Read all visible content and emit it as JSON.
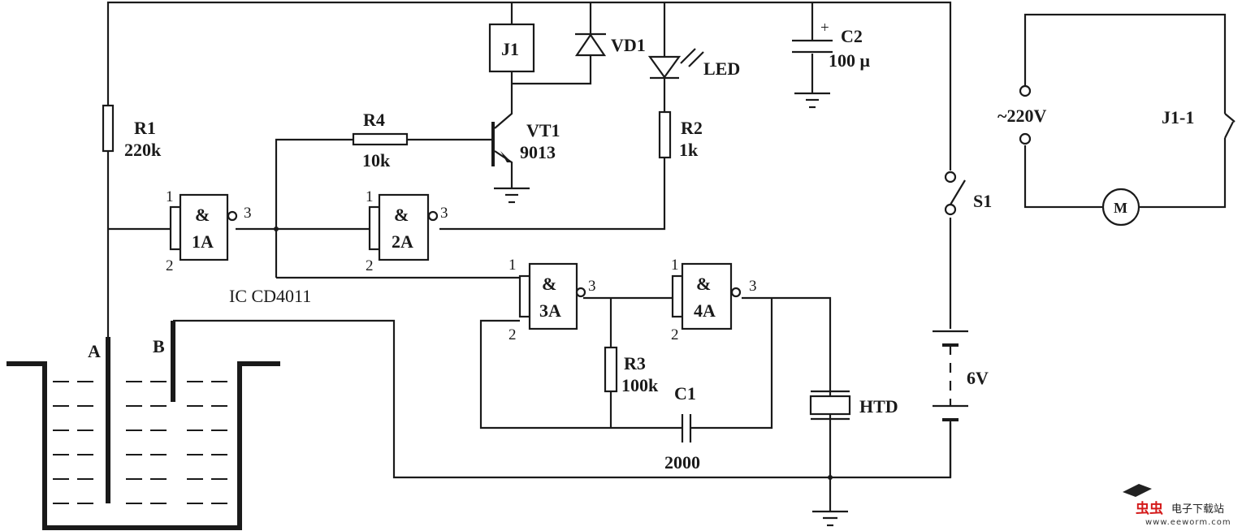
{
  "components": {
    "r1": {
      "name": "R1",
      "value": "220k"
    },
    "r2": {
      "name": "R2",
      "value": "1k"
    },
    "r3": {
      "name": "R3",
      "value": "100k"
    },
    "r4": {
      "name": "R4",
      "value": "10k"
    },
    "c1": {
      "name": "C1",
      "value": "2000"
    },
    "c2": {
      "name": "C2",
      "value": "100 μ",
      "polarity": "+"
    },
    "vt1": {
      "name": "VT1",
      "value": "9013"
    },
    "vd1": {
      "name": "VD1"
    },
    "led": {
      "name": "LED"
    },
    "j1": {
      "name": "J1"
    },
    "j1_1": {
      "name": "J1-1"
    },
    "s1": {
      "name": "S1"
    },
    "battery": {
      "value": "6V"
    },
    "htd": {
      "name": "HTD"
    },
    "ac": {
      "value": "~220V"
    },
    "motor": {
      "name": "M"
    },
    "ic": {
      "label": "IC  CD4011"
    },
    "electrode_a": "A",
    "electrode_b": "B"
  },
  "gates": [
    {
      "symbol": "&",
      "name": "1A",
      "pin_in1": "1",
      "pin_in2": "2",
      "pin_out": "3"
    },
    {
      "symbol": "&",
      "name": "2A",
      "pin_in1": "1",
      "pin_in2": "2",
      "pin_out": "3"
    },
    {
      "symbol": "&",
      "name": "3A",
      "pin_in1": "1",
      "pin_in2": "2",
      "pin_out": "3"
    },
    {
      "symbol": "&",
      "name": "4A",
      "pin_in1": "1",
      "pin_in2": "2",
      "pin_out": "3"
    }
  ],
  "watermark": {
    "brand": "虫虫",
    "site_name": "电子下载站",
    "url": "www.eeworm.com"
  }
}
